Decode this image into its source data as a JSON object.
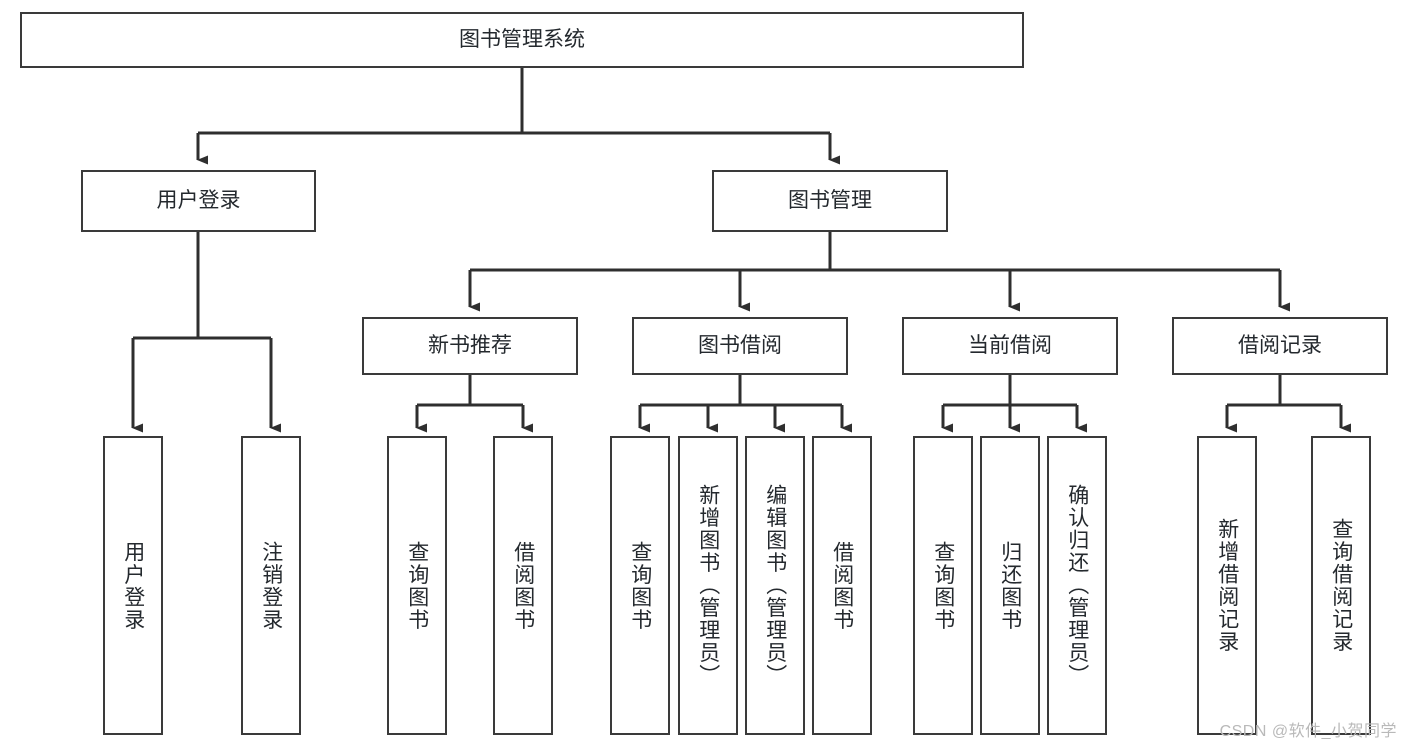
{
  "diagram": {
    "type": "tree",
    "title": "图书管理系统",
    "watermark": "CSDN @软件_小贺同学",
    "colors": {
      "box_border": "#3a3a3a",
      "box_fill": "#ffffff",
      "connector": "#2f2f2f",
      "text": "#24292e",
      "watermark": "#b9b9b9"
    },
    "nodes": {
      "root": {
        "label": "图书管理系统"
      },
      "level2": [
        {
          "label": "用户登录"
        },
        {
          "label": "图书管理"
        }
      ],
      "level3": [
        {
          "label": "新书推荐"
        },
        {
          "label": "图书借阅"
        },
        {
          "label": "当前借阅"
        },
        {
          "label": "借阅记录"
        }
      ],
      "leaves_user_login": [
        {
          "label": "用户登录"
        },
        {
          "label": "注销登录"
        }
      ],
      "leaves_new_books": [
        {
          "label": "查询图书"
        },
        {
          "label": "借阅图书"
        }
      ],
      "leaves_borrow": [
        {
          "label": "查询图书"
        },
        {
          "label": "新增图书（管理员）"
        },
        {
          "label": "编辑图书（管理员）"
        },
        {
          "label": "借阅图书"
        }
      ],
      "leaves_current": [
        {
          "label": "查询图书"
        },
        {
          "label": "归还图书"
        },
        {
          "label": "确认归还（管理员）"
        }
      ],
      "leaves_records": [
        {
          "label": "新增借阅记录"
        },
        {
          "label": "查询借阅记录"
        }
      ]
    }
  }
}
